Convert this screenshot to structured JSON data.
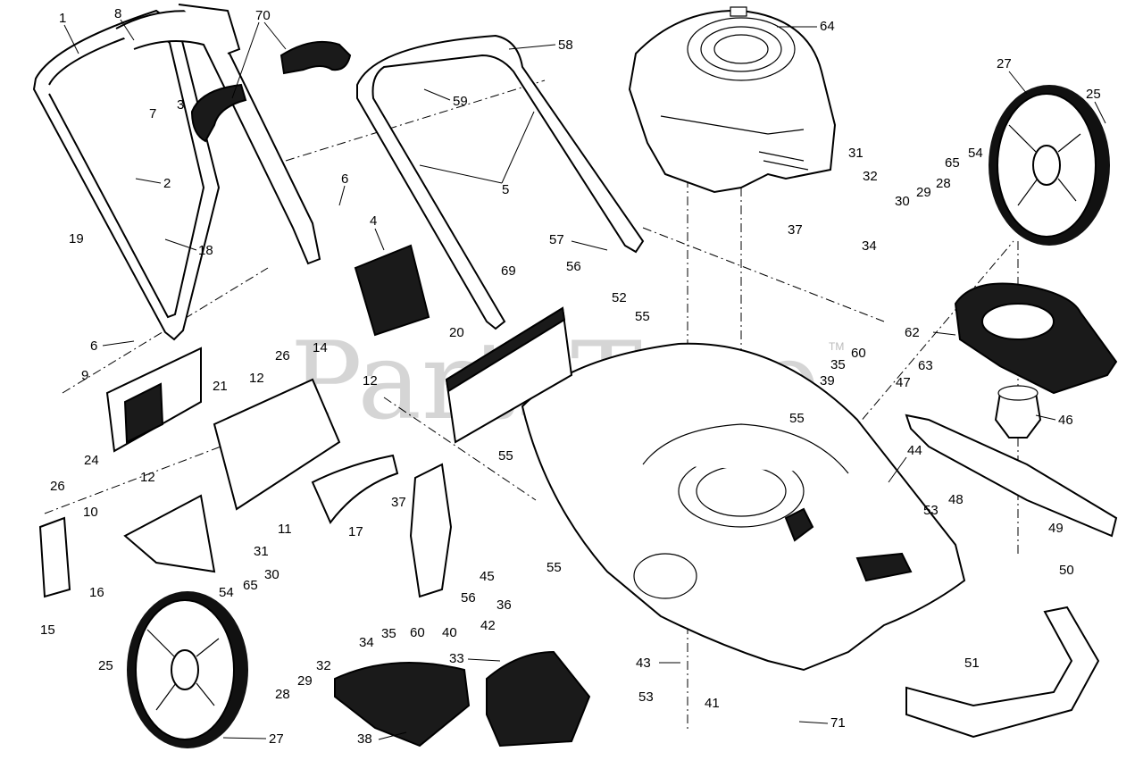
{
  "watermark": "PartsTree",
  "trademark": "TM",
  "callouts": [
    "1",
    "8",
    "70",
    "58",
    "64",
    "27",
    "25",
    "7",
    "3",
    "59",
    "2",
    "6",
    "5",
    "4",
    "31",
    "65",
    "54",
    "32",
    "30",
    "29",
    "28",
    "18",
    "19",
    "37",
    "34",
    "57",
    "56",
    "69",
    "52",
    "55",
    "62",
    "35",
    "60",
    "63",
    "47",
    "46",
    "26",
    "14",
    "20",
    "12",
    "9",
    "24",
    "21",
    "39",
    "44",
    "10",
    "17",
    "11",
    "15",
    "16",
    "48",
    "53",
    "49",
    "45",
    "36",
    "42",
    "40",
    "50",
    "51",
    "43",
    "41",
    "71",
    "33",
    "38"
  ]
}
